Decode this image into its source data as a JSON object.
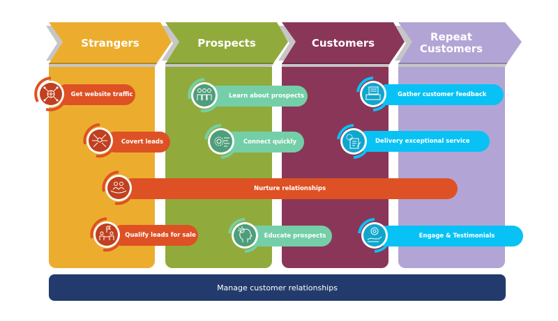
{
  "colors": {
    "strangers": "#ecad2e",
    "prospects": "#90ab3c",
    "customers": "#8a3659",
    "repeat_customers": "#b2a5d5",
    "orange_pill": "#de5125",
    "orange_badge": "#c0401f",
    "green_pill": "#74cfa8",
    "green_badge": "#4f9e7b",
    "blue_pill": "#08c2f5",
    "blue_badge": "#10a6cc",
    "navy": "#233b6c",
    "shadow": "#c4c4c4"
  },
  "stages": [
    {
      "name": "Strangers"
    },
    {
      "name": "Prospects"
    },
    {
      "name": "Customers"
    },
    {
      "name": "Repeat Customers"
    }
  ],
  "activities": [
    {
      "label": "Get website traffic",
      "icon": "globe-network-icon",
      "theme": "orange"
    },
    {
      "label": "Learn about prospects",
      "icon": "people-group-icon",
      "theme": "green"
    },
    {
      "label": "Gather customer feedback",
      "icon": "chat-feedback-icon",
      "theme": "blue"
    },
    {
      "label": "Covert leads",
      "icon": "lead-network-icon",
      "theme": "orange"
    },
    {
      "label": "Connect quickly",
      "icon": "gear-speed-icon",
      "theme": "green"
    },
    {
      "label": "Delivery exceptional service",
      "icon": "service-document-icon",
      "theme": "blue"
    },
    {
      "label": "Nurture relationships",
      "icon": "people-meeting-icon",
      "theme": "orange"
    },
    {
      "label": "Qualify leads for sale",
      "icon": "team-flag-icon",
      "theme": "orange"
    },
    {
      "label": "Educate prospects",
      "icon": "head-idea-icon",
      "theme": "green"
    },
    {
      "label": "Engage & Testimonials",
      "icon": "hand-testimonial-icon",
      "theme": "blue"
    }
  ],
  "footer": {
    "label": "Manage customer relationships"
  }
}
